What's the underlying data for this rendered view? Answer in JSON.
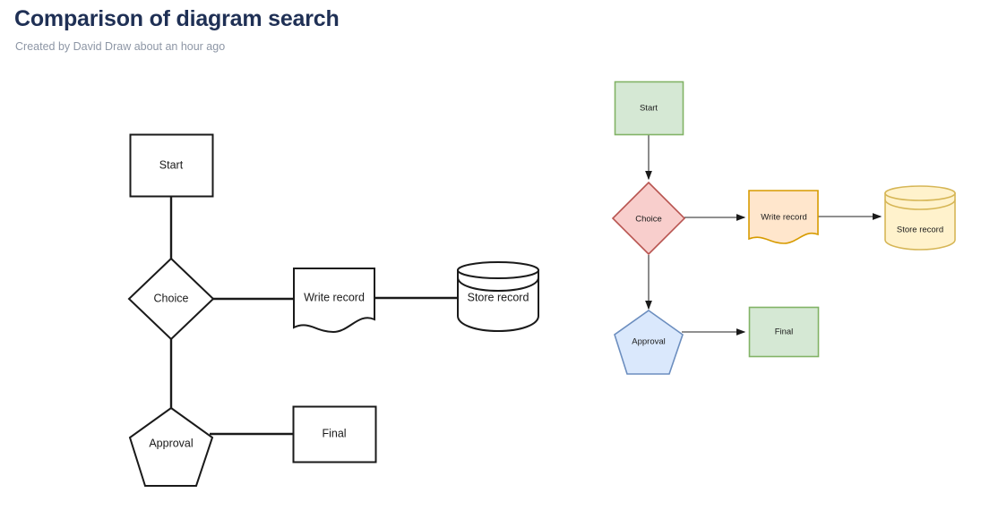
{
  "header": {
    "title": "Comparison of diagram search",
    "subtitle": "Created by David Draw about an hour ago",
    "title_color": "#1f3055",
    "subtitle_color": "#8d96a5"
  },
  "diagrams": [
    {
      "name": "left-diagram",
      "style": "monochrome-outline",
      "stroke_color": "#1a1a1a",
      "fill_color": "#ffffff",
      "connector_arrowheads": false,
      "nodes": [
        {
          "id": "start",
          "label": "Start",
          "shape": "rectangle"
        },
        {
          "id": "choice",
          "label": "Choice",
          "shape": "diamond"
        },
        {
          "id": "write",
          "label": "Write record",
          "shape": "document"
        },
        {
          "id": "store",
          "label": "Store record",
          "shape": "cylinder"
        },
        {
          "id": "approval",
          "label": "Approval",
          "shape": "pentagon"
        },
        {
          "id": "final",
          "label": "Final",
          "shape": "rectangle"
        }
      ],
      "edges": [
        {
          "from": "start",
          "to": "choice"
        },
        {
          "from": "choice",
          "to": "write"
        },
        {
          "from": "write",
          "to": "store"
        },
        {
          "from": "choice",
          "to": "approval"
        },
        {
          "from": "approval",
          "to": "final"
        }
      ]
    },
    {
      "name": "right-diagram",
      "style": "colored-fill",
      "connector_arrowheads": true,
      "connector_color": "#4d4d4d",
      "nodes": [
        {
          "id": "start",
          "label": "Start",
          "shape": "rectangle",
          "fill": "#d5e8d4",
          "stroke": "#82b366"
        },
        {
          "id": "choice",
          "label": "Choice",
          "shape": "diamond",
          "fill": "#f8cecc",
          "stroke": "#b85450"
        },
        {
          "id": "write",
          "label": "Write record",
          "shape": "document",
          "fill": "#ffe6cc",
          "stroke": "#d79b00"
        },
        {
          "id": "store",
          "label": "Store record",
          "shape": "cylinder",
          "fill": "#fff2cc",
          "stroke": "#d6b656"
        },
        {
          "id": "approval",
          "label": "Approval",
          "shape": "pentagon",
          "fill": "#dae8fc",
          "stroke": "#6c8ebf"
        },
        {
          "id": "final",
          "label": "Final",
          "shape": "rectangle",
          "fill": "#d5e8d4",
          "stroke": "#82b366"
        }
      ],
      "edges": [
        {
          "from": "start",
          "to": "choice"
        },
        {
          "from": "choice",
          "to": "write"
        },
        {
          "from": "write",
          "to": "store"
        },
        {
          "from": "choice",
          "to": "approval"
        },
        {
          "from": "approval",
          "to": "final"
        }
      ]
    }
  ]
}
